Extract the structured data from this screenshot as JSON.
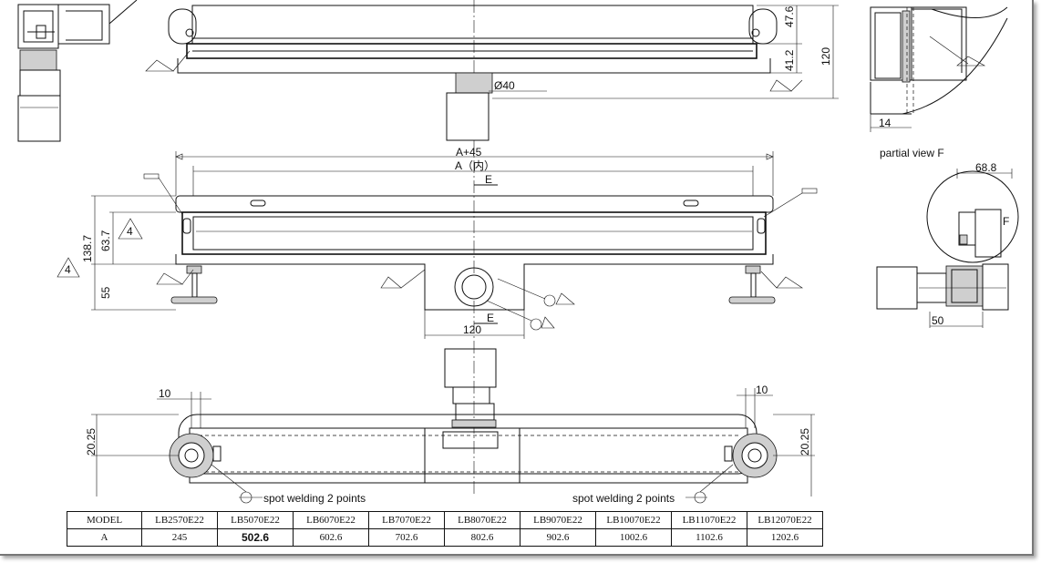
{
  "dimensions": {
    "d47_6": "47.6",
    "d41_2": "41.2",
    "d120_side": "120",
    "d14": "14",
    "d40": "Ø40",
    "a45": "A+45",
    "a_inner": "A（内）",
    "e_top": "E",
    "e_bottom": "E",
    "d138_7": "138.7",
    "d63_7": "63.7",
    "d55": "55",
    "d120_bottom": "120",
    "tri_4a": "4",
    "tri_4b": "4",
    "d68_8": "68.8",
    "d50": "50",
    "f_label": "F",
    "d10_left": "10",
    "d10_right": "10",
    "d20_25_left": "20.25",
    "d20_25_right": "20.25"
  },
  "labels": {
    "partial_view": "partial view F",
    "spot_weld_left": "spot welding 2 points",
    "spot_weld_right": "spot welding 2 points"
  },
  "table": {
    "row_model": [
      "MODEL",
      "LB2570E22",
      "LB5070E22",
      "LB6070E22",
      "LB7070E22",
      "LB8070E22",
      "LB9070E22",
      "LB10070E22",
      "LB11070E22",
      "LB12070E22"
    ],
    "row_a": [
      "A",
      "245",
      "502.6",
      "602.6",
      "702.6",
      "802.6",
      "902.6",
      "1002.6",
      "1102.6",
      "1202.6"
    ]
  }
}
